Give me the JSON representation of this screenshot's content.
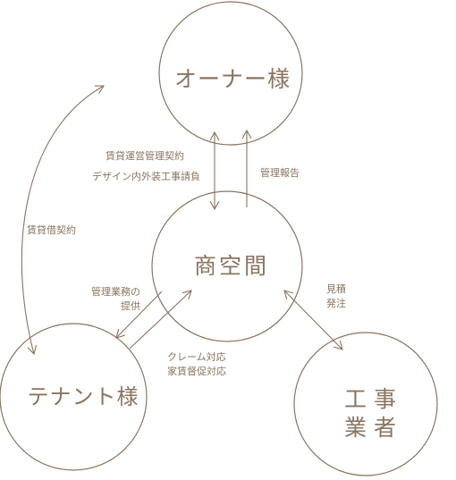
{
  "colors": {
    "line": "#8a7460",
    "text": "#8a7460",
    "background": "#ffffff"
  },
  "nodes": {
    "owner": "オーナー様",
    "center": "商空間",
    "tenant": "テナント様",
    "contractor_line1": "工事",
    "contractor_line2": "業者"
  },
  "labels": {
    "lease_mgmt": "賃貸運営管理契約",
    "design_interior": "デザイン内外装工事請負",
    "mgmt_report": "管理報告",
    "lease_contract": "賃貸借契約",
    "mgmt_services_1": "管理業務の",
    "mgmt_services_2": "提供",
    "claims": "クレーム対応",
    "rent_collection": "家賃督促対応",
    "estimate": "見積",
    "order": "発注"
  }
}
